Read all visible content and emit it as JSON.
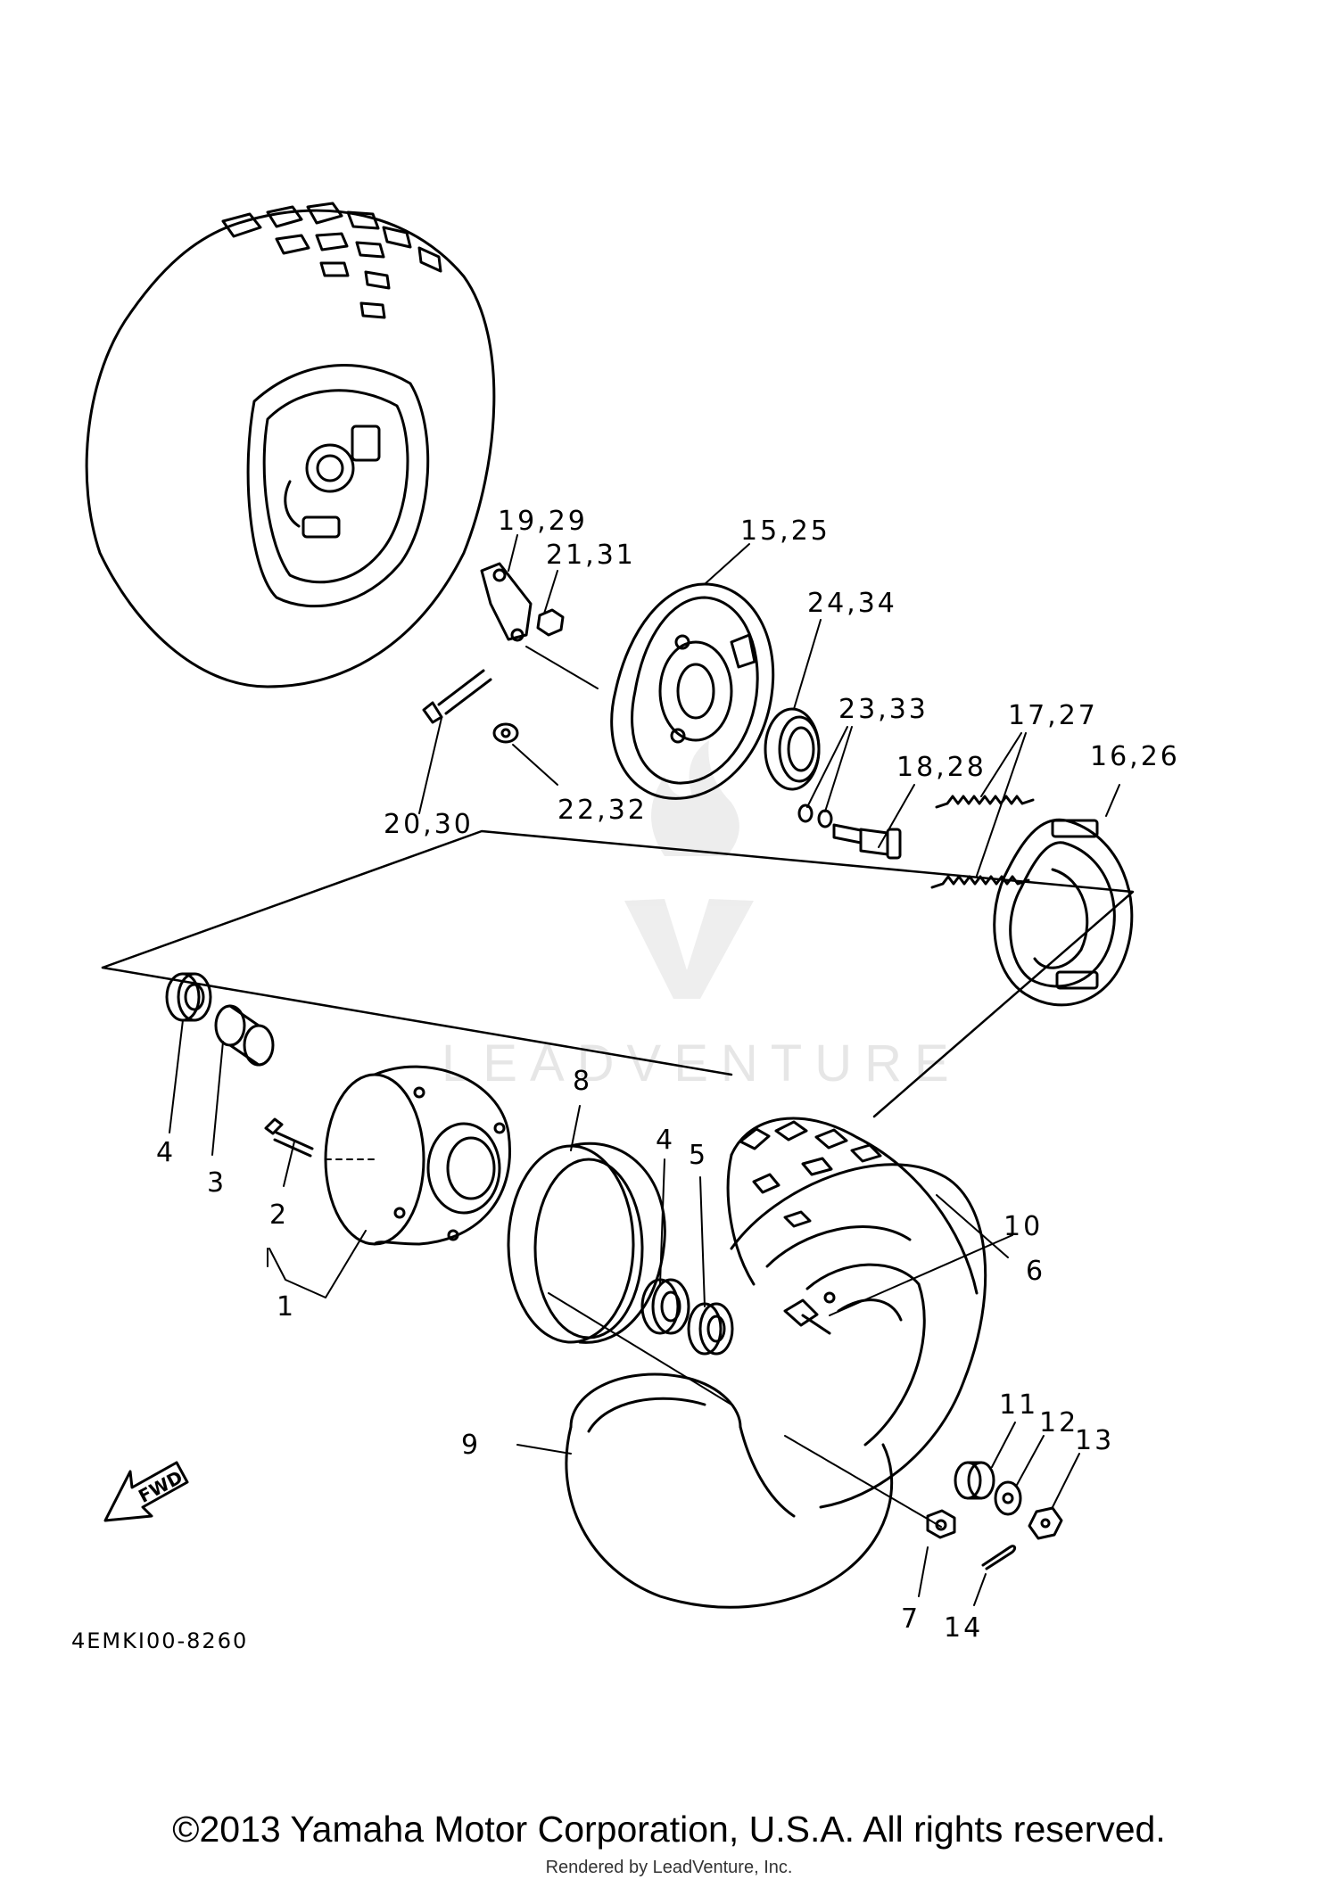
{
  "diagram_code": "4EMKI00-8260",
  "fwd_label": "FWD",
  "watermark": "LEADVENTURE",
  "callouts": {
    "c1": "1",
    "c2": "2",
    "c3": "3",
    "c4a": "4",
    "c4b": "4",
    "c5": "5",
    "c6": "6",
    "c7": "7",
    "c8": "8",
    "c9": "9",
    "c10": "10",
    "c11": "11",
    "c12": "12",
    "c13": "13",
    "c14": "14",
    "c15_25": "15,25",
    "c16_26": "16,26",
    "c17_27": "17,27",
    "c18_28": "18,28",
    "c19_29": "19,29",
    "c20_30": "20,30",
    "c21_31": "21,31",
    "c22_32": "22,32",
    "c23_33": "23,33",
    "c24_34": "24,34"
  },
  "copyright": "©2013 Yamaha Motor Corporation, U.S.A. All rights reserved.",
  "rendered_by": "Rendered by LeadVenture, Inc."
}
